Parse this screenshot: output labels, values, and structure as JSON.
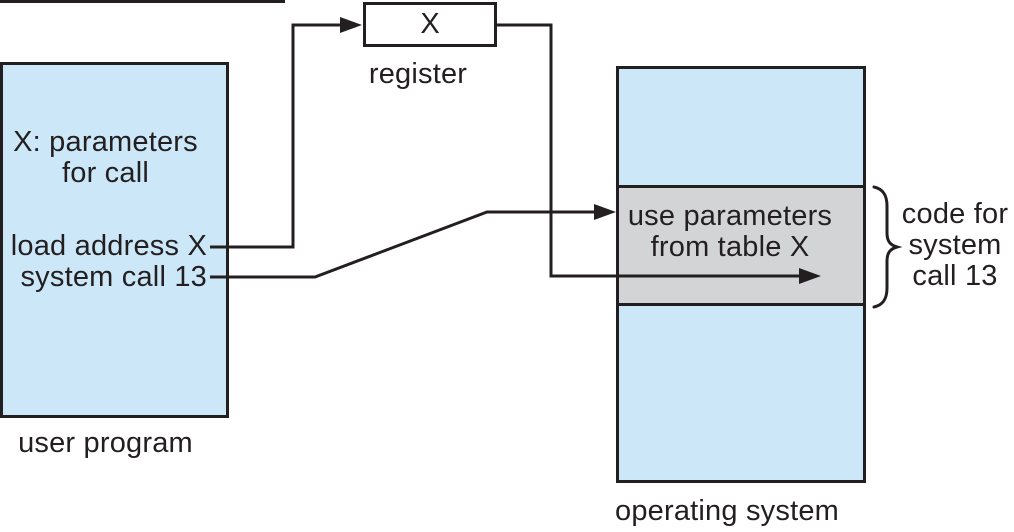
{
  "diagram": {
    "register_box": {
      "value": "X",
      "caption": "register"
    },
    "user_program_box": {
      "parameter_note_line1": "X: parameters",
      "parameter_note_line2": "for call",
      "instruction_line1": "load address X",
      "instruction_line2": "system call 13",
      "caption": "user program"
    },
    "os_box": {
      "handler_line1": "use parameters",
      "handler_line2": "from table X",
      "caption": "operating system"
    },
    "brace_caption": {
      "line1": "code for",
      "line2": "system",
      "line3": "call 13"
    },
    "colors": {
      "box_fill": "#cce7f8",
      "handler_fill": "#d3d4d6",
      "line": "#231f20",
      "background": "#ffffff"
    }
  }
}
